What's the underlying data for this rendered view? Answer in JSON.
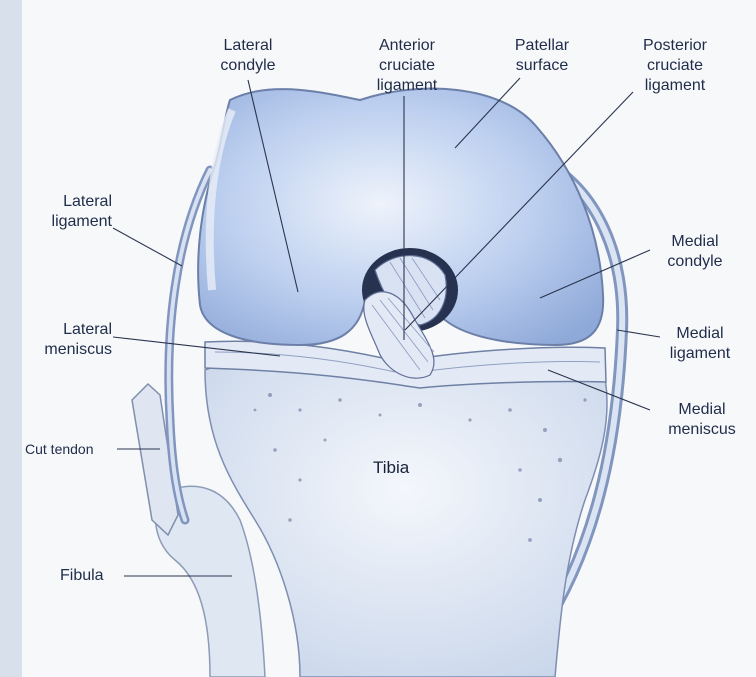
{
  "labels": {
    "lateral_condyle": "Lateral\ncondyle",
    "anterior_cruciate": "Anterior\ncruciate\nligament",
    "patellar_surface": "Patellar\nsurface",
    "posterior_cruciate": "Posterior\ncruciate\nligament",
    "lateral_ligament": "Lateral\nligament",
    "medial_condyle": "Medial\ncondyle",
    "lateral_meniscus": "Lateral\nmeniscus",
    "medial_ligament": "Medial\nligament",
    "medial_meniscus": "Medial\nmeniscus",
    "cut_tendon": "Cut tendon",
    "tibia": "Tibia",
    "fibula": "Fibula"
  },
  "colors": {
    "bone_blue": "#9fb6e0",
    "bone_light": "#dde7f6",
    "tibia_fill": "#e8eef7",
    "line": "#2b3550",
    "text": "#1f2c4a"
  }
}
